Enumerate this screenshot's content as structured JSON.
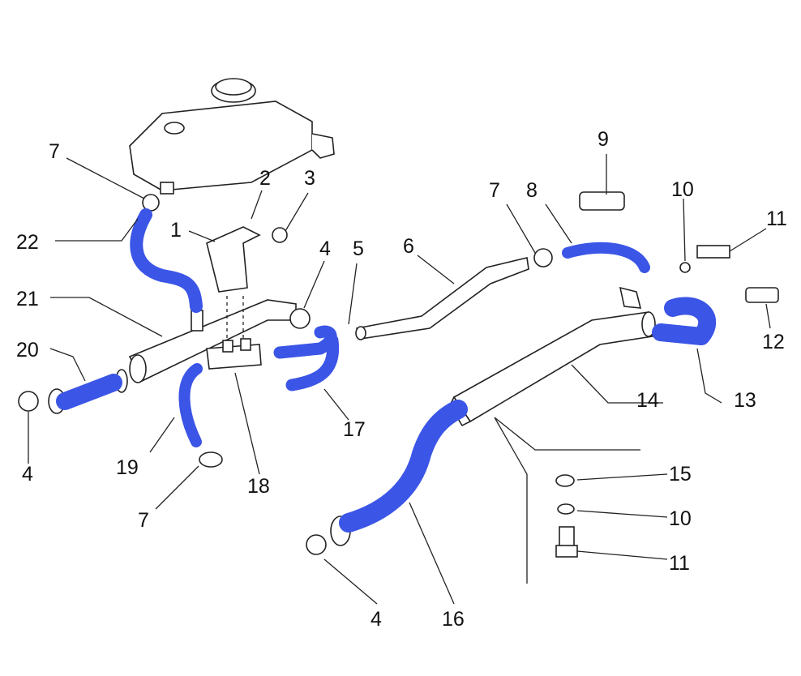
{
  "diagram": {
    "title": "Coolant hose exploded parts diagram",
    "hose_highlight_color": "#3b55e6",
    "labels": [
      "7",
      "22",
      "21",
      "20",
      "4",
      "19",
      "7",
      "18",
      "17",
      "1",
      "2",
      "3",
      "4",
      "5",
      "6",
      "7",
      "8",
      "9",
      "10",
      "11",
      "12",
      "13",
      "14",
      "15",
      "10",
      "11",
      "16",
      "4"
    ]
  }
}
